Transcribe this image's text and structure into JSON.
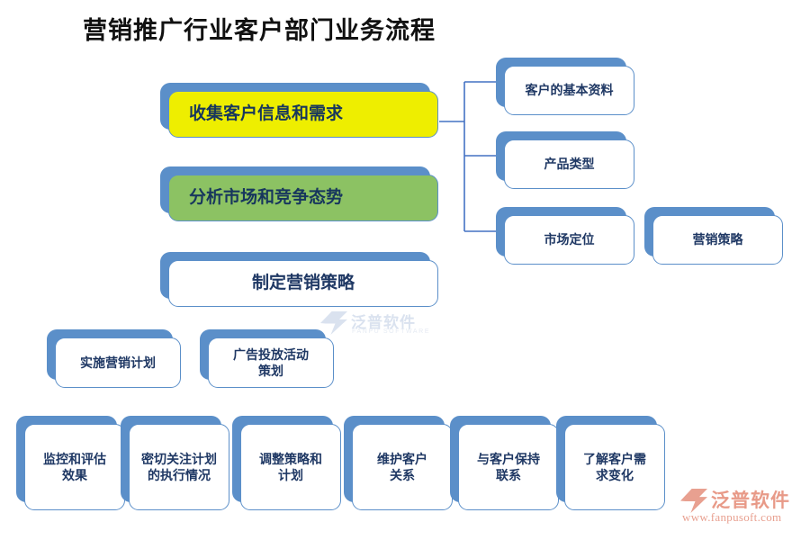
{
  "page": {
    "title": "营销推广行业客户部门业务流程",
    "background_color": "#FFFFFF"
  },
  "colors": {
    "shadow_blue": "#5B8FC9",
    "box_border": "#5B8FC9",
    "text_navy": "#1F3864",
    "highlight_yellow": "#EEEE00",
    "highlight_green": "#8CC263",
    "title_black": "#111111",
    "logo_salmon": "#E89A88",
    "watermark_blue": "#9FB5D6"
  },
  "watermark": {
    "text": "泛普软件",
    "subtext": "FANPU SOFTWARE"
  },
  "logo": {
    "text": "泛普软件",
    "url": "www.fanpusoft.com"
  },
  "flow": {
    "main_steps": [
      {
        "label": "收集客户信息和需求",
        "fill": "yellow"
      },
      {
        "label": "分析市场和竞争态势",
        "fill": "green"
      },
      {
        "label": "制定营销策略",
        "fill": "white"
      }
    ],
    "detail_steps": [
      {
        "label": "客户的基本资料"
      },
      {
        "label": "产品类型"
      },
      {
        "label": "市场定位"
      },
      {
        "label": "营销策略"
      }
    ],
    "execution_steps": [
      {
        "label": "实施营销计划"
      },
      {
        "label": "广告投放活动\n策划"
      }
    ],
    "monitor_steps": [
      {
        "label": "监控和评估\n效果"
      },
      {
        "label": "密切关注计划\n的执行情况"
      },
      {
        "label": "调整策略和\n计划"
      },
      {
        "label": "维护客户\n关系"
      },
      {
        "label": "与客户保持\n联系"
      },
      {
        "label": "了解客户需\n求变化"
      }
    ]
  }
}
